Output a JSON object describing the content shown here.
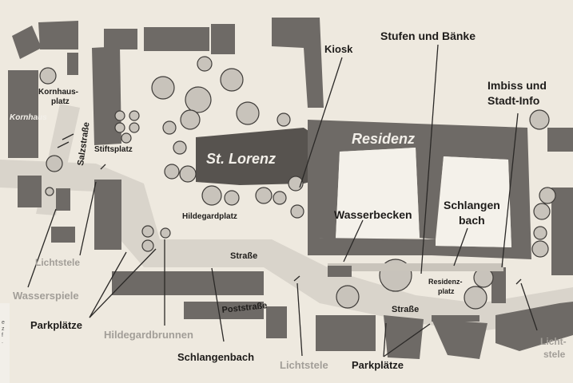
{
  "labels": {
    "kornhausplatz_1": "Kornhaus-",
    "kornhausplatz_2": "platz",
    "kornhaus": "Kornhaus",
    "salzstrasse": "Salzstraße",
    "stiftsplatz": "Stiftsplatz",
    "kiosk": "Kiosk",
    "stufen_und_baenke": "Stufen und Bänke",
    "imbiss_1": "Imbiss und",
    "imbiss_2": "Stadt-Info",
    "st_lorenz": "St. Lorenz",
    "residenz": "Residenz",
    "wasserbecken": "Wasserbecken",
    "schlangenbach_1": "Schlangen",
    "schlangenbach_2": "bach",
    "hildegardplatz": "Hildegardplatz",
    "lichtstele_left": "Lichtstele",
    "strasse_top": "Straße",
    "residenzplatz_1": "Residenz-",
    "residenzplatz_2": "platz",
    "poststrasse": "Poststraße",
    "strasse_bottom": "Straße",
    "wasserspiele": "Wasserspiele",
    "parkplaetze_left": "Parkplätze",
    "hildegardbrunnen": "Hildegardbrunnen",
    "schlangenbach_bottom": "Schlangenbach",
    "lichtstele_bottom": "Lichtstele",
    "parkplaetze_bottom": "Parkplätze",
    "lichtstele_right_1": "Licht-",
    "lichtstele_right_2": "stele"
  },
  "edge_text": [
    "e",
    "z",
    "f",
    "."
  ]
}
